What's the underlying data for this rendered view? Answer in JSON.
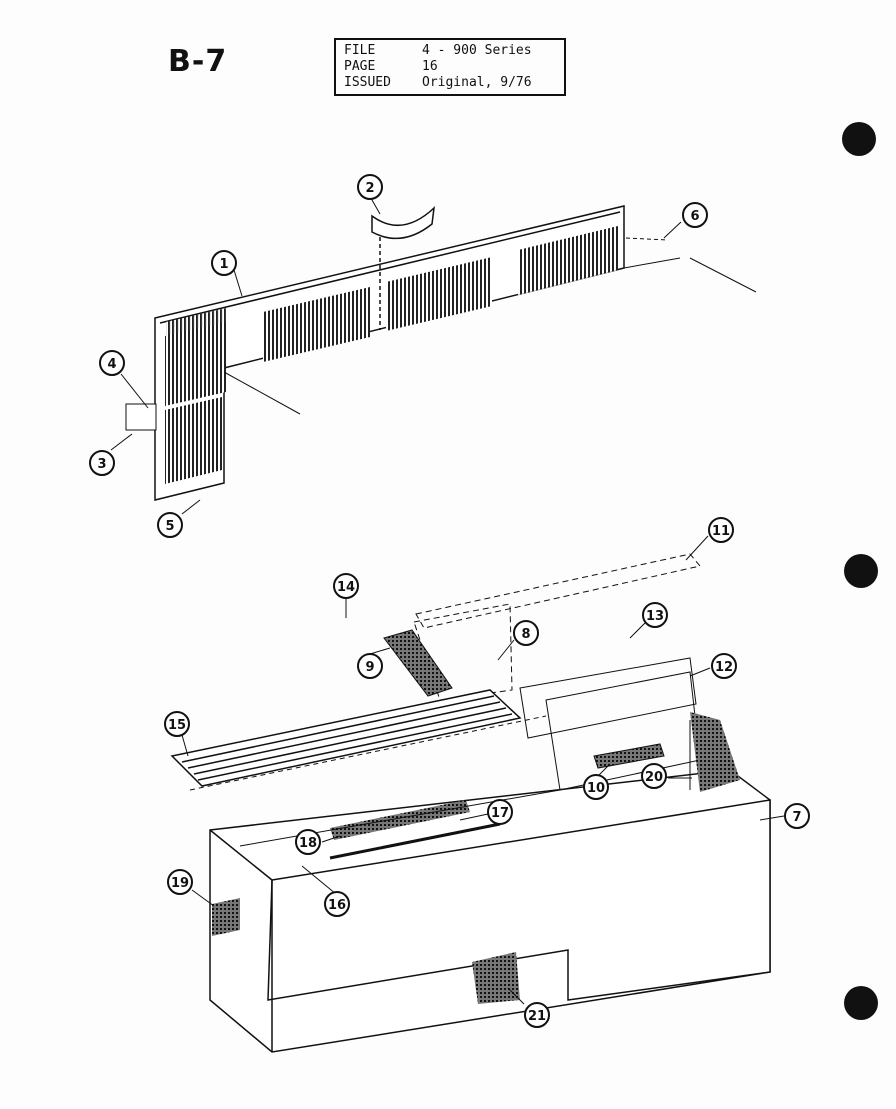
{
  "header": {
    "page_code": "B-7",
    "file_label": "FILE",
    "file_value": "4 - 900 Series",
    "page_label": "PAGE",
    "page_value": "16",
    "issued_label": "ISSUED",
    "issued_value": "Original, 9/76"
  },
  "callouts": [
    "1",
    "2",
    "3",
    "4",
    "5",
    "6",
    "7",
    "8",
    "9",
    "10",
    "11",
    "12",
    "13",
    "14",
    "15",
    "16",
    "17",
    "18",
    "19",
    "20",
    "21"
  ]
}
